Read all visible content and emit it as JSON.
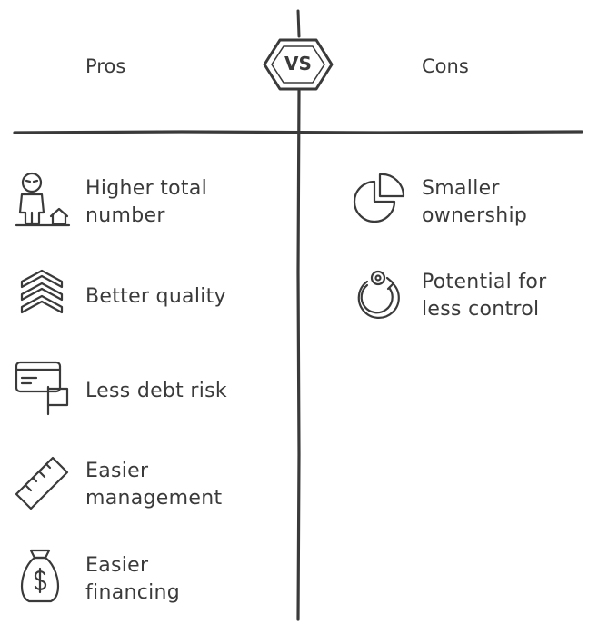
{
  "header": {
    "pros_label": "Pros",
    "vs_label": "VS",
    "cons_label": "Cons"
  },
  "pros": [
    {
      "label": "Higher total\nnumber",
      "icon": "person-house-icon"
    },
    {
      "label": "Better quality",
      "icon": "chevrons-up-icon"
    },
    {
      "label": "Less debt risk",
      "icon": "credit-card-flag-icon"
    },
    {
      "label": "Easier\nmanagement",
      "icon": "ruler-icon"
    },
    {
      "label": "Easier\nfinancing",
      "icon": "money-bag-icon"
    }
  ],
  "cons": [
    {
      "label": "Smaller\nownership",
      "icon": "pie-chart-icon"
    },
    {
      "label": "Potential for\nless control",
      "icon": "rotate-control-icon"
    }
  ]
}
